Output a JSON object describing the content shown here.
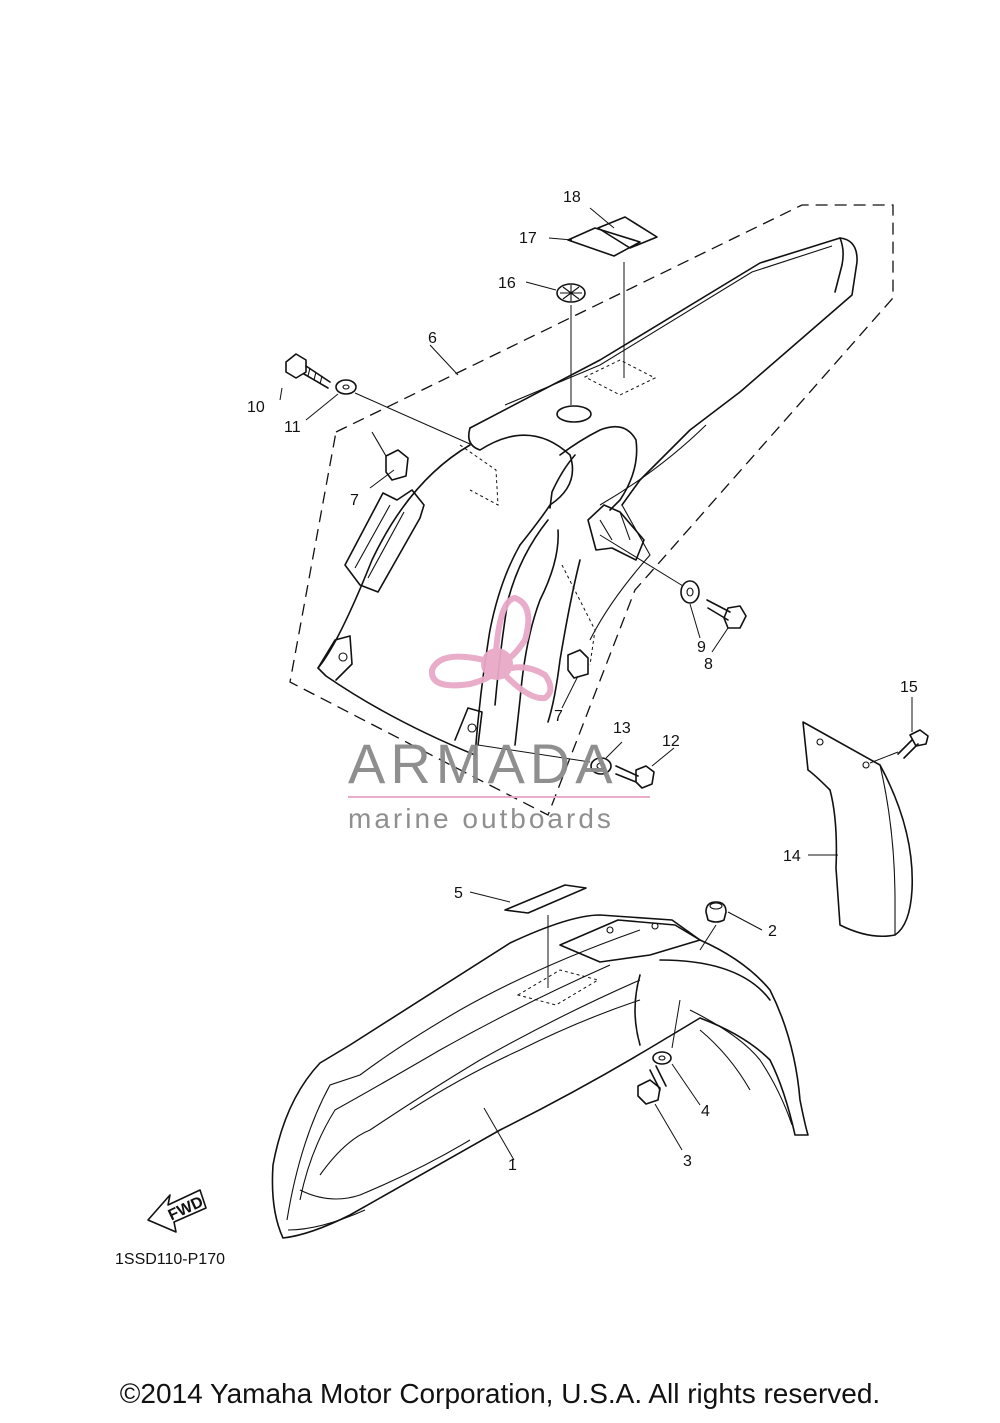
{
  "diagram_code": "1SSD110-P170",
  "copyright": "©2014 Yamaha Motor Corporation, U.S.A. All rights reserved.",
  "direction_label": "FWD",
  "watermark": {
    "title": "ARMADA",
    "subtitle": "marine outboards",
    "color": "#e8a9c8"
  },
  "callouts": {
    "c1": "1",
    "c2": "2",
    "c3": "3",
    "c4": "4",
    "c5": "5",
    "c6": "6",
    "c7a": "7",
    "c7b": "7",
    "c8": "8",
    "c9": "9",
    "c10": "10",
    "c11": "11",
    "c12": "12",
    "c13": "13",
    "c14": "14",
    "c15": "15",
    "c16": "16",
    "c17": "17",
    "c18": "18"
  }
}
